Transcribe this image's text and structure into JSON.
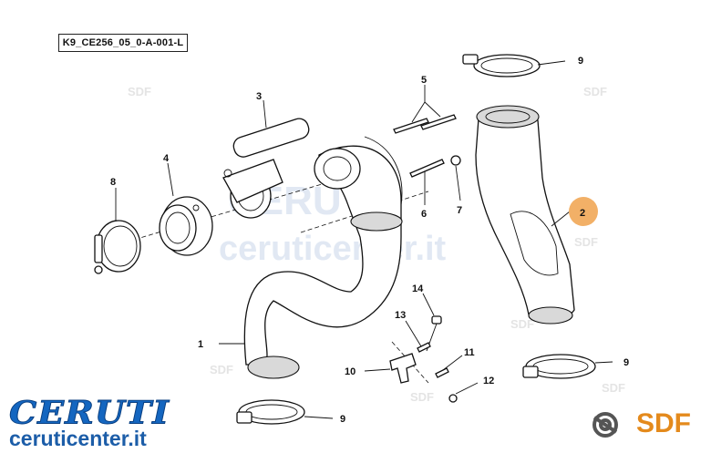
{
  "diagram": {
    "reference_code": "K9_CE256_05_0-A-001-L",
    "callouts": {
      "c1": "1",
      "c2": "2",
      "c3": "3",
      "c4": "4",
      "c5": "5",
      "c6": "6",
      "c7": "7",
      "c8": "8",
      "c9a": "9",
      "c9b": "9",
      "c9c": "9",
      "c10": "10",
      "c11": "11",
      "c12": "12",
      "c13": "13",
      "c14": "14"
    },
    "highlighted_callout": "2",
    "highlight_color": "#f2b067"
  },
  "watermark": {
    "brand": "CERUTI",
    "url": "ceruticenter.it",
    "sdf": "SDF"
  },
  "logos": {
    "ceruti_name": "CERUTI",
    "ceruti_url": "ceruticenter.it",
    "sdf_name": "SDF",
    "ceruti_color": "#1466c0",
    "sdf_color": "#e48a1c"
  }
}
